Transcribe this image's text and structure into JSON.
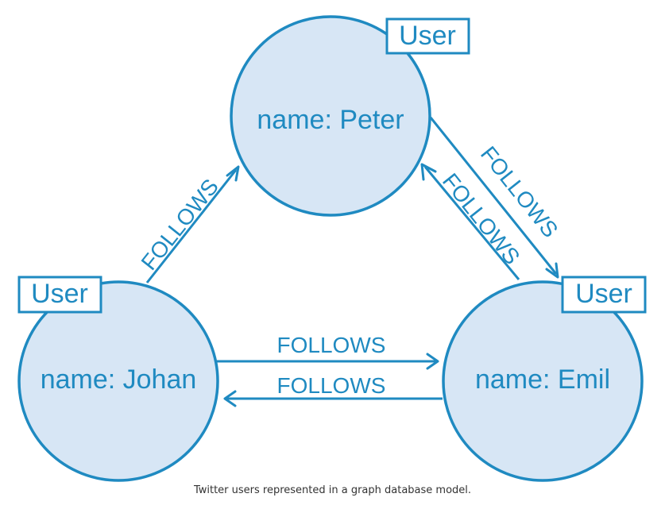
{
  "colors": {
    "accent": "#1f8ac1",
    "node_fill": "#d7e6f5",
    "background": "#ffffff",
    "caption": "#333333"
  },
  "nodes": [
    {
      "id": "peter",
      "name_text": "name: Peter",
      "label": "User"
    },
    {
      "id": "johan",
      "name_text": "name: Johan",
      "label": "User"
    },
    {
      "id": "emil",
      "name_text": "name: Emil",
      "label": "User"
    }
  ],
  "edges": [
    {
      "id": "johan-peter",
      "from": "Johan",
      "to": "Peter",
      "label": "FOLLOWS"
    },
    {
      "id": "peter-emil",
      "from": "Peter",
      "to": "Emil",
      "label": "FOLLOWS"
    },
    {
      "id": "emil-peter",
      "from": "Emil",
      "to": "Peter",
      "label": "FOLLOWS"
    },
    {
      "id": "johan-emil",
      "from": "Johan",
      "to": "Emil",
      "label": "FOLLOWS"
    },
    {
      "id": "emil-johan",
      "from": "Emil",
      "to": "Johan",
      "label": "FOLLOWS"
    }
  ],
  "caption": "Twitter users represented in a graph database model."
}
